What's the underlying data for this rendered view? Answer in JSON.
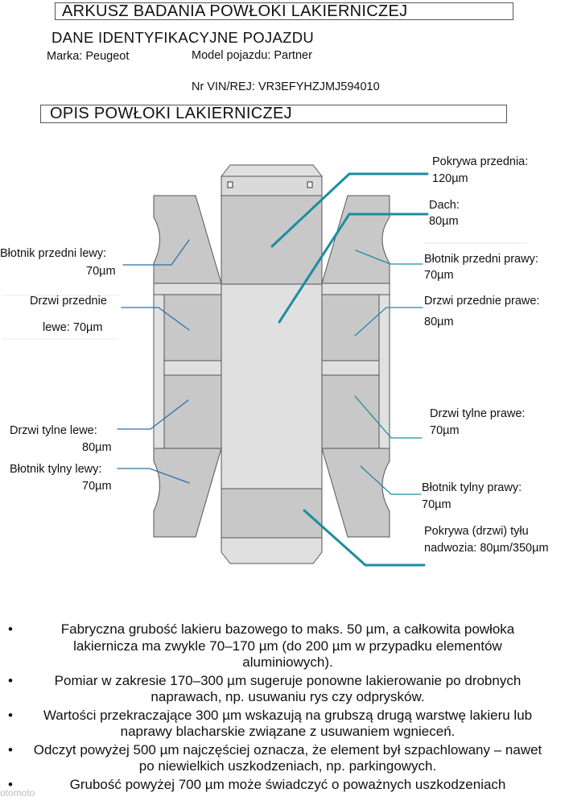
{
  "header": {
    "title": "ARKUSZ BADANIA POWŁOKI LAKIERNICZEJ",
    "section": "DANE IDENTYFIKACYJNE POJAZDU",
    "make": "Marka: Peugeot",
    "model": "Model pojazdu: Partner",
    "vin": "Nr VIN/REJ: VR3EFYHZJMJ594010"
  },
  "opis_title": "OPIS POWŁOKI LAKIERNICZEJ",
  "labels": {
    "hood_l1": "Pokrywa przednia:",
    "hood_l2": "120µm",
    "roof_l1": "Dach:",
    "roof_l2": "80µm",
    "fender_fl_l1": "Błotnik przedni lewy:",
    "fender_fl_l2": "70µm",
    "fender_fr_l1": "Błotnik przedni prawy:",
    "fender_fr_l2": "70µm",
    "door_fl_l1": "Drzwi przednie",
    "door_fl_l2": "lewe: 70µm",
    "door_fr_l1": "Drzwi przednie prawe:",
    "door_fr_l2": "80µm",
    "door_rl_l1": "Drzwi tylne lewe:",
    "door_rl_l2": "80µm",
    "door_rr_l1": "Drzwi tylne prawe:",
    "door_rr_l2": "70µm",
    "fender_rl_l1": "Błotnik tylny lewy:",
    "fender_rl_l2": "70µm",
    "fender_rr_l1": "Błotnik tylny prawy:",
    "fender_rr_l2": "70µm",
    "tailgate_l1": "Pokrywa (drzwi) tyłu",
    "tailgate_l2": "nadwozia: 80µm/350µm"
  },
  "notes": [
    "Fabryczna grubość lakieru bazowego to maks. 50 µm, a całkowita powłoka lakiernicza ma zwykle 70–170 µm (do 200 µm w przypadku elementów aluminiowych).",
    "Pomiar w zakresie 170–300 µm sugeruje ponowne lakierowanie po drobnych naprawach, np. usuwaniu rys czy odprysków.",
    "Wartości przekraczające 300 µm wskazują na grubszą drugą warstwę lakieru lub naprawy blacharskie związane z usuwaniem wgnieceń.",
    "Odczyt powyżej 500 µm najczęściej oznacza, że element był szpachlowany – nawet po niewielkich uszkodzeniach, np. parkingowych.",
    "Grubość powyżej 700 µm może świadczyć o poważnych uszkodzeniach"
  ],
  "bullet": "•",
  "watermark": "otomoto",
  "colors": {
    "panel_fill": "#c8c8c8",
    "panel_light": "#e0e0e0",
    "panel_stroke": "#555555",
    "leader_teal": "#1b8da2",
    "leader_blue": "#2e6fa8"
  }
}
